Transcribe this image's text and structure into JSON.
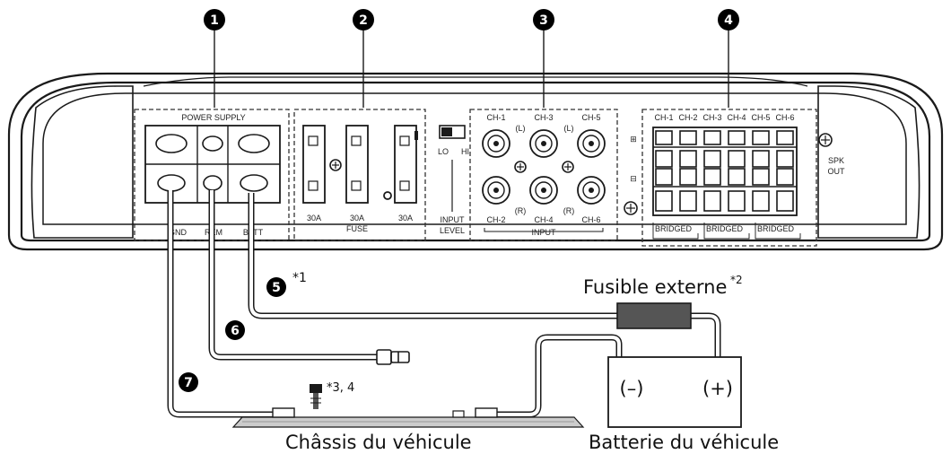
{
  "callouts": {
    "n1": "1",
    "n2": "2",
    "n3": "3",
    "n4": "4",
    "n5": "5",
    "n6": "6",
    "n7": "7"
  },
  "power_supply": {
    "title": "POWER SUPPLY",
    "gnd": "GND",
    "rem": "REM",
    "batt": "BATT"
  },
  "fuses": {
    "ratings": [
      "30A",
      "30A",
      "30A"
    ],
    "label": "FUSE"
  },
  "input_level": {
    "lo": "LO",
    "hi": "HI",
    "line1": "INPUT",
    "line2": "LEVEL"
  },
  "rca_inputs": {
    "top": [
      "CH-1",
      "CH-3",
      "CH-5"
    ],
    "bottom": [
      "CH-2",
      "CH-4",
      "CH-6"
    ],
    "left_mark": "(L)",
    "right_mark": "(R)",
    "group_label": "INPUT"
  },
  "speaker_outputs": {
    "channels": [
      "CH-1",
      "CH-2",
      "CH-3",
      "CH-4",
      "CH-5",
      "CH-6"
    ],
    "plus_mark": "⊞",
    "minus_mark": "⊟",
    "side_label_1": "SPK",
    "side_label_2": "OUT",
    "bridged": [
      "BRIDGED",
      "BRIDGED",
      "BRIDGED"
    ]
  },
  "labels": {
    "note5": "*1",
    "fuse_label": "Fusible externe",
    "fuse_note": "*2",
    "ground_note": "*3, 4",
    "chassis": "Châssis du véhicule",
    "battery": "Batterie du véhicule",
    "battery_minus": "(–)",
    "battery_plus": "(+)"
  },
  "colors": {
    "callout_fill": "#000000",
    "fuse_body": "#555555",
    "line": "#1a1a1a"
  }
}
